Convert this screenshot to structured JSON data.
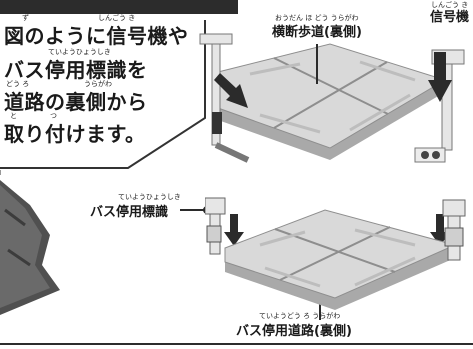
{
  "instruction": {
    "lines": [
      "図のように信号機や",
      "バス停用標識を",
      "道路の裏側から",
      "取り付けます。"
    ],
    "ruby": [
      {
        "text": "ず"
      },
      {
        "text": "しんごう き"
      },
      {
        "text": "ていようひょうしき"
      },
      {
        "text": "どう ろ"
      },
      {
        "text": "うらがわ"
      },
      {
        "text": "と"
      },
      {
        "text": "つ"
      }
    ]
  },
  "labels": {
    "crosswalk_ruby": "おうだん ほ どう うらがわ",
    "crosswalk": "横断歩道(裏側)",
    "signal_ruby": "しんごう き",
    "signal": "信号機",
    "bus_sign_ruby": "ていようひょうしき",
    "bus_sign": "バス停用標識",
    "bus_road_ruby": "ていようどう ろ うらがわ",
    "bus_road": "バス停用道路(裏側)"
  },
  "colors": {
    "plate": "#d9d9d9",
    "plate_shadow": "#a9a9a9",
    "plate_edge": "#8e8e8e",
    "arrow": "#2b2b2b",
    "panel_border": "#333333"
  }
}
